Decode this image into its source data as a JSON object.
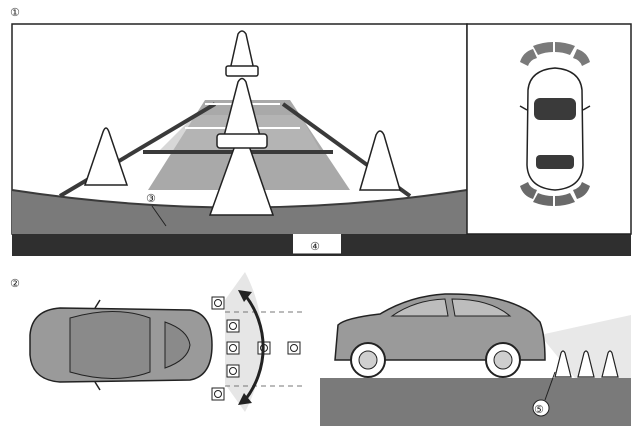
{
  "markers": {
    "m1": "①",
    "m2": "②",
    "m3": "③",
    "m4": "④",
    "m5": "⑤"
  },
  "colors": {
    "ground": "#7a7a7a",
    "road": "#8c8c8c",
    "road_light": "#a9a9a9",
    "dark_band": "#2f2f2f",
    "sensor_grey": "#6f6f6f",
    "car_body": "#9a9a9a"
  }
}
